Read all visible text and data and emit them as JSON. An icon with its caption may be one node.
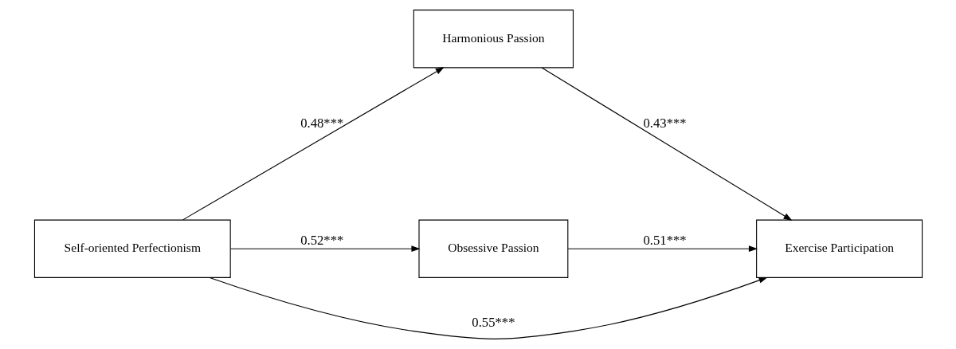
{
  "diagram": {
    "nodes": [
      {
        "text": [
          "Self-oriented Perfectionism"
        ]
      },
      {
        "text": [
          "Harmonious Passion"
        ]
      },
      {
        "text": [
          "Obsessive Passion"
        ]
      },
      {
        "text": [
          "Exercise Participation"
        ]
      }
    ],
    "edges": [
      {
        "from": 0,
        "to": 1,
        "arrow": "to",
        "label": "0.48***"
      },
      {
        "from": 0,
        "to": 3,
        "arrow": "to",
        "label": "0.55***"
      },
      {
        "from": 0,
        "to": 2,
        "arrow": "to",
        "label": "0.52***"
      },
      {
        "from": 1,
        "to": 3,
        "arrow": "to",
        "label": "0.43***"
      },
      {
        "from": 2,
        "to": 3,
        "arrow": "to",
        "label": "0.51***"
      }
    ]
  }
}
